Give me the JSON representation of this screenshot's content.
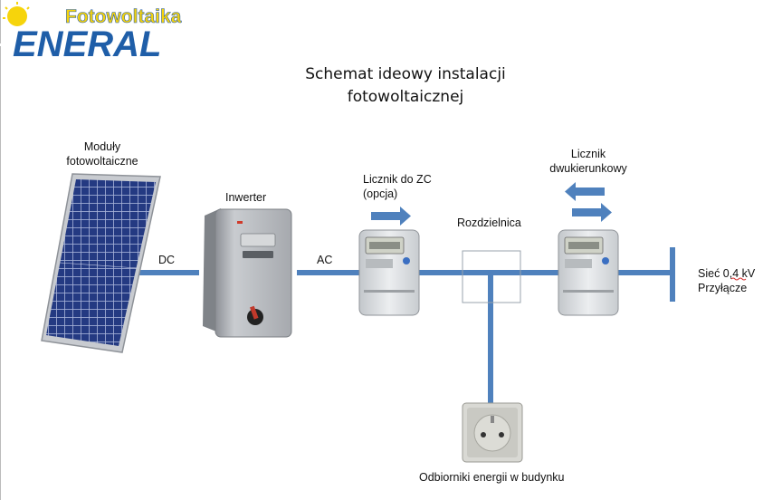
{
  "logo": {
    "top_text": "Fotowoltaika",
    "brand_text": "ENERAL",
    "colors": {
      "yellow": "#f6d40c",
      "blue": "#1f5ea8"
    }
  },
  "title": {
    "line1": "Schemat ideowy instalacji",
    "line2": "fotowoltaicznej"
  },
  "labels": {
    "modules_line1": "Moduły",
    "modules_line2": "fotowoltaiczne",
    "dc": "DC",
    "inverter": "Inwerter",
    "ac": "AC",
    "meter_zc_line1": "Licznik do ZC",
    "meter_zc_line2": "(opcja)",
    "distribution": "Rozdzielnica",
    "meter_bi_line1": "Licznik",
    "meter_bi_line2": "dwukierunkowy",
    "grid_line1": "Sieć 0,4 kV",
    "grid_line2": "Przyłącze",
    "consumers": "Odbiorniki  energii w budynku"
  },
  "colors": {
    "line": "#4f81bd",
    "panel_cell": "#2a3f86",
    "panel_frame": "#c8cbd0",
    "inverter_body": "#b9bcc1",
    "meter_body": "#dcdfe2",
    "outlet_body": "#d9d9d4"
  }
}
